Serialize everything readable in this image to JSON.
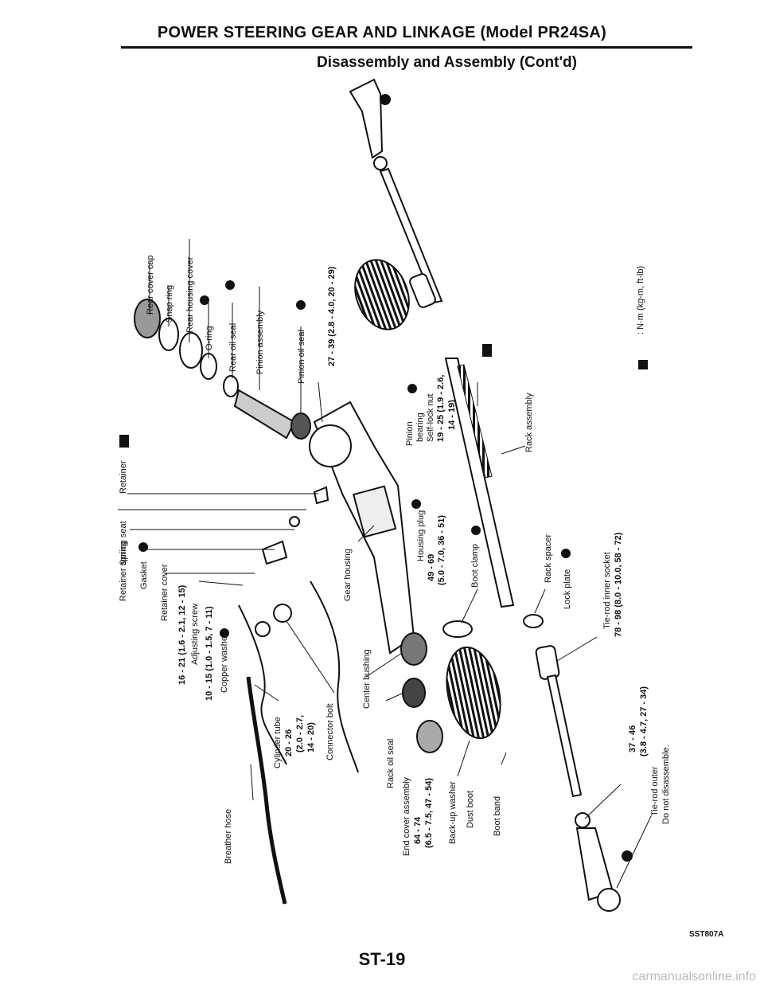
{
  "header": {
    "title": "POWER STEERING GEAR AND LINKAGE (Model PR24SA)",
    "subtitle": "Disassembly and Assembly (Cont'd)"
  },
  "legend": {
    "torque_unit": ": N·m (kg-m, ft-lb)"
  },
  "labels": {
    "rear_cover_cap": "Rear cover cap",
    "snap_ring": "Snap ring",
    "rear_housing_cover": "Rear housing cover",
    "o_ring": "O-ring",
    "rear_oil_seal": "Rear oil seal",
    "pinion_assembly": "Pinion assembly",
    "pinion_oil_seal": "Pinion oil seal",
    "torque_pinion_oil_seal": "27 - 39 (2.8 - 4.0, 20 - 29)",
    "retainer": "Retainer",
    "pinion": "Pinion",
    "bearing": "bearing",
    "self_lock_nut": "Self-lock nut",
    "torque_self_lock_nut_1": "19 - 25 (1.9 - 2.6,",
    "torque_self_lock_nut_2": "14 - 19)",
    "rack_assembly": "Rack assembly",
    "spring_seat": "Spring seat",
    "retainer_spring": "Retainer spring",
    "gasket": "Gasket",
    "retainer_cover": "Retainer cover",
    "torque_retainer_cover": "16 - 21 (1.6 - 2.1, 12 - 15)",
    "adjusting_screw": "Adjusting screw",
    "torque_adjusting_screw": "10 - 15 (1.0 - 1.5, 7 - 11)",
    "copper_washer": "Copper washer",
    "gear_housing": "Gear housing",
    "housing_plug": "Housing plug",
    "torque_housing_plug_1": "49 - 69",
    "torque_housing_plug_2": "(5.0 - 7.0, 36 - 51)",
    "boot_clamp": "Boot clamp",
    "rack_spacer": "Rack spacer",
    "lock_plate": "Lock plate",
    "tie_rod_inner_socket": "Tie-rod inner socket",
    "torque_tie_rod_inner": "78 - 98 (8.0 - 10.0, 58 - 72)",
    "cylinder_tube": "Cylinder tube",
    "torque_cylinder_1": "20 - 26",
    "torque_cylinder_2": "(2.0 - 2.7,",
    "torque_cylinder_3": "14 - 20)",
    "connector_bolt": "Connector bolt",
    "center_bushing": "Center bushing",
    "rack_oil_seal": "Rack oil seal",
    "end_cover_assembly": "End cover assembly",
    "torque_end_cover_1": "64 - 74",
    "torque_end_cover_2": "(6.5 - 7.5, 47 - 54)",
    "back_up_washer": "Back-up washer",
    "dust_boot": "Dust boot",
    "boot_band": "Boot band",
    "torque_tie_rod_outer_1": "37 - 46",
    "torque_tie_rod_outer_2": "(3.8 - 4.7, 27 - 34)",
    "tie_rod_outer": "Tie-rod outer",
    "do_not_disassemble": "Do not disassemble.",
    "breather_hose": "Breather hose"
  },
  "footer": {
    "page_number": "ST-19",
    "figure_id": "SST807A"
  },
  "watermark": "carmanualsonline.info"
}
